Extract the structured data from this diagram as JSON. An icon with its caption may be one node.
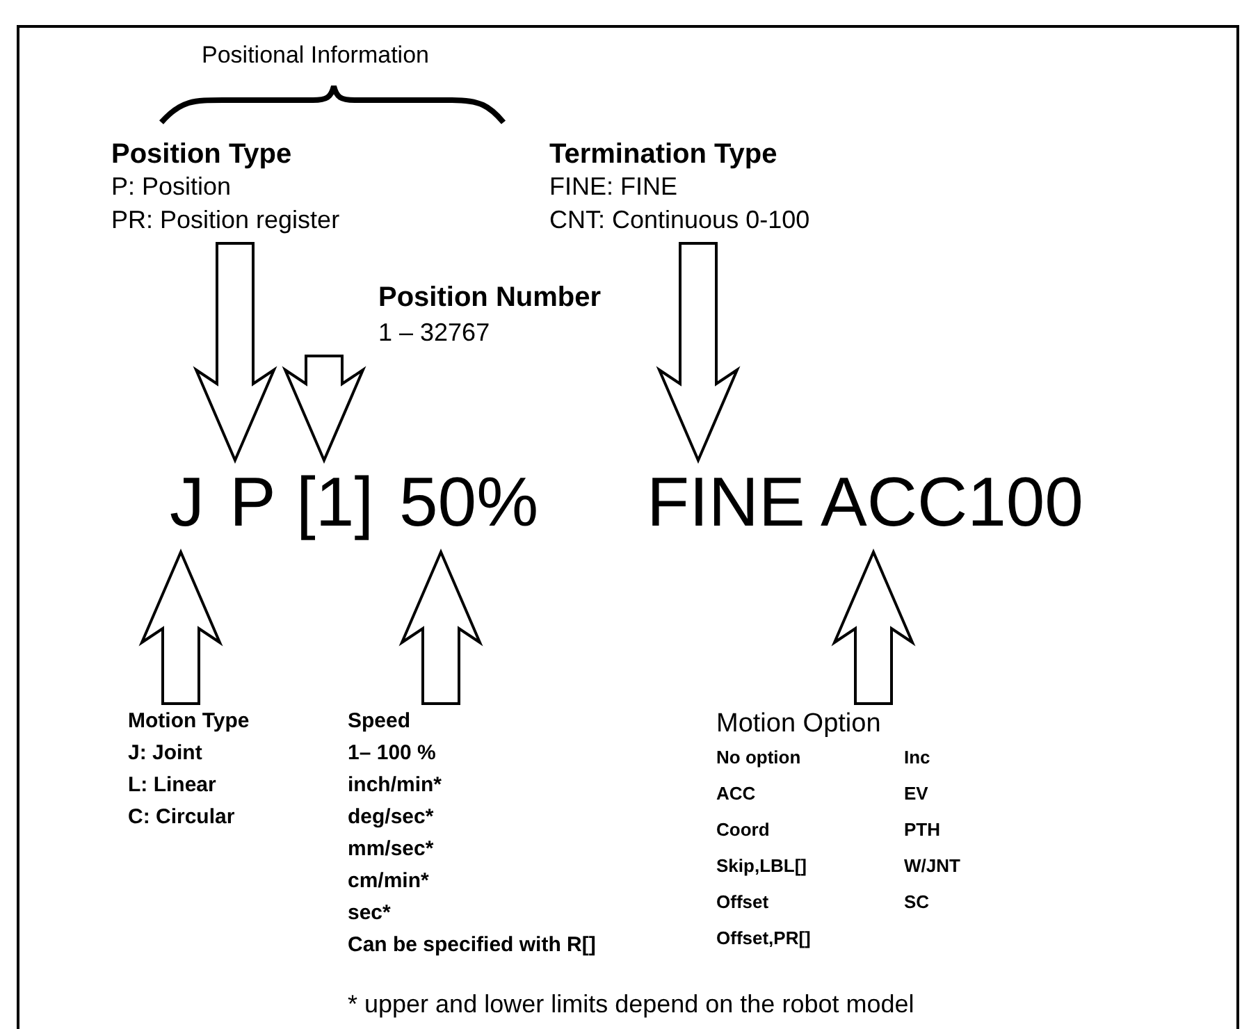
{
  "diagram": {
    "nodes": [
      {
        "text": [
          "Position Type",
          "P: Position",
          "PR: Position register"
        ]
      },
      {
        "text": [
          "Termination Type",
          "FINE: FINE",
          "CNT: Continuous 0-100"
        ]
      },
      {
        "text": [
          "Position Number",
          "1 – 32767"
        ]
      },
      {
        "text": [
          "J"
        ]
      },
      {
        "text": [
          "P"
        ]
      },
      {
        "text": [
          "[1]"
        ]
      },
      {
        "text": [
          "50%"
        ]
      },
      {
        "text": [
          "FINE"
        ]
      },
      {
        "text": [
          "ACC100"
        ]
      },
      {
        "text": [
          "Motion Type",
          "J: Joint",
          "L: Linear",
          "C: Circular"
        ]
      },
      {
        "text": [
          "Speed",
          "1– 100 %",
          "inch/min*",
          "deg/sec*",
          "mm/sec*",
          "cm/min*",
          "sec*",
          "Can be specified with R[]"
        ]
      },
      {
        "text": [
          "Motion Option",
          "No option",
          "Inc",
          "ACC",
          "EV",
          "Coord",
          "PTH",
          "Skip,LBL[]",
          "W/JNT",
          "Offset",
          "SC",
          "Offset,PR[]"
        ]
      }
    ],
    "edges": [
      {
        "from": 0,
        "to": 4,
        "arrow": "to"
      },
      {
        "from": 2,
        "to": 5,
        "arrow": "to"
      },
      {
        "from": 1,
        "to": 7,
        "arrow": "to"
      },
      {
        "from": 9,
        "to": 3,
        "arrow": "to"
      },
      {
        "from": 10,
        "to": 6,
        "arrow": "to"
      },
      {
        "from": 11,
        "to": 8,
        "arrow": "to"
      }
    ],
    "labels": [
      "Positional Information",
      "* upper and lower limits depend on the robot model"
    ]
  }
}
